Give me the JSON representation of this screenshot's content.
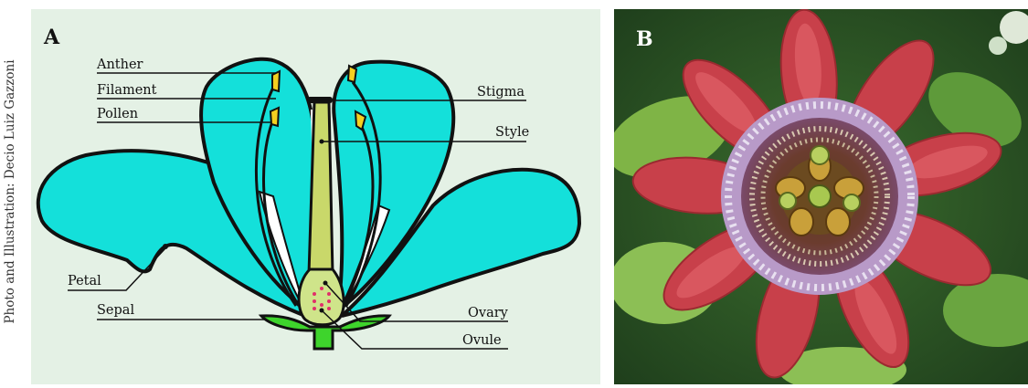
{
  "credit": "Photo and Illustration: Decio Luiz Gazzoni",
  "panel_a": {
    "letter": "A",
    "labels": {
      "anther": "Anther",
      "filament": "Filament",
      "pollen": "Pollen",
      "petal": "Petal",
      "sepal": "Sepal",
      "stigma": "Stigma",
      "style": "Style",
      "ovary": "Ovary",
      "ovule": "Ovule"
    }
  },
  "panel_b": {
    "letter": "B"
  },
  "colors": {
    "petal": "#14e0da",
    "style": "#c9d86a",
    "ovary": "#cfe48a",
    "sepal": "#3ed42c",
    "anther": "#f5d020",
    "ovule": "#e0306a",
    "photo_petal": "#c8404a",
    "photo_leaf": "#7fb446"
  }
}
